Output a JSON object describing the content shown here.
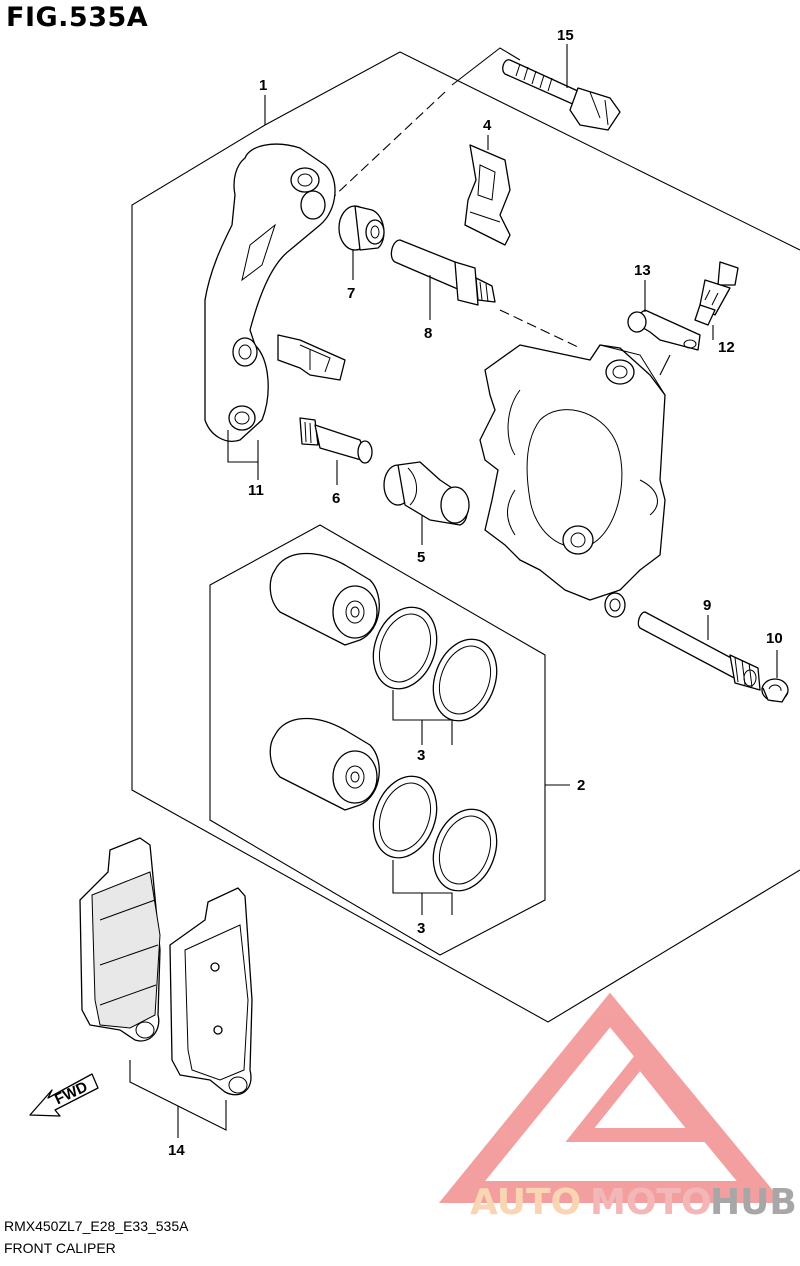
{
  "figure": {
    "title": "FIG.535A",
    "code": "RMX450ZL7_E28_E33_535A",
    "name": "FRONT CALIPER"
  },
  "callouts": {
    "c1": "1",
    "c2": "2",
    "c3a": "3",
    "c3b": "3",
    "c4": "4",
    "c5": "5",
    "c6": "6",
    "c7": "7",
    "c8": "8",
    "c9": "9",
    "c10": "10",
    "c11": "11",
    "c12": "12",
    "c13": "13",
    "c14": "14",
    "c15": "15"
  },
  "direction_label": "FWD",
  "watermark": {
    "word_a": "AUTO",
    "word_b": "MOTO",
    "word_c": "HUB",
    "color_a": "#f7c89a",
    "color_b": "#f0a0a0",
    "color_c": "#8a8a8a",
    "logo_color": "#f08080"
  }
}
